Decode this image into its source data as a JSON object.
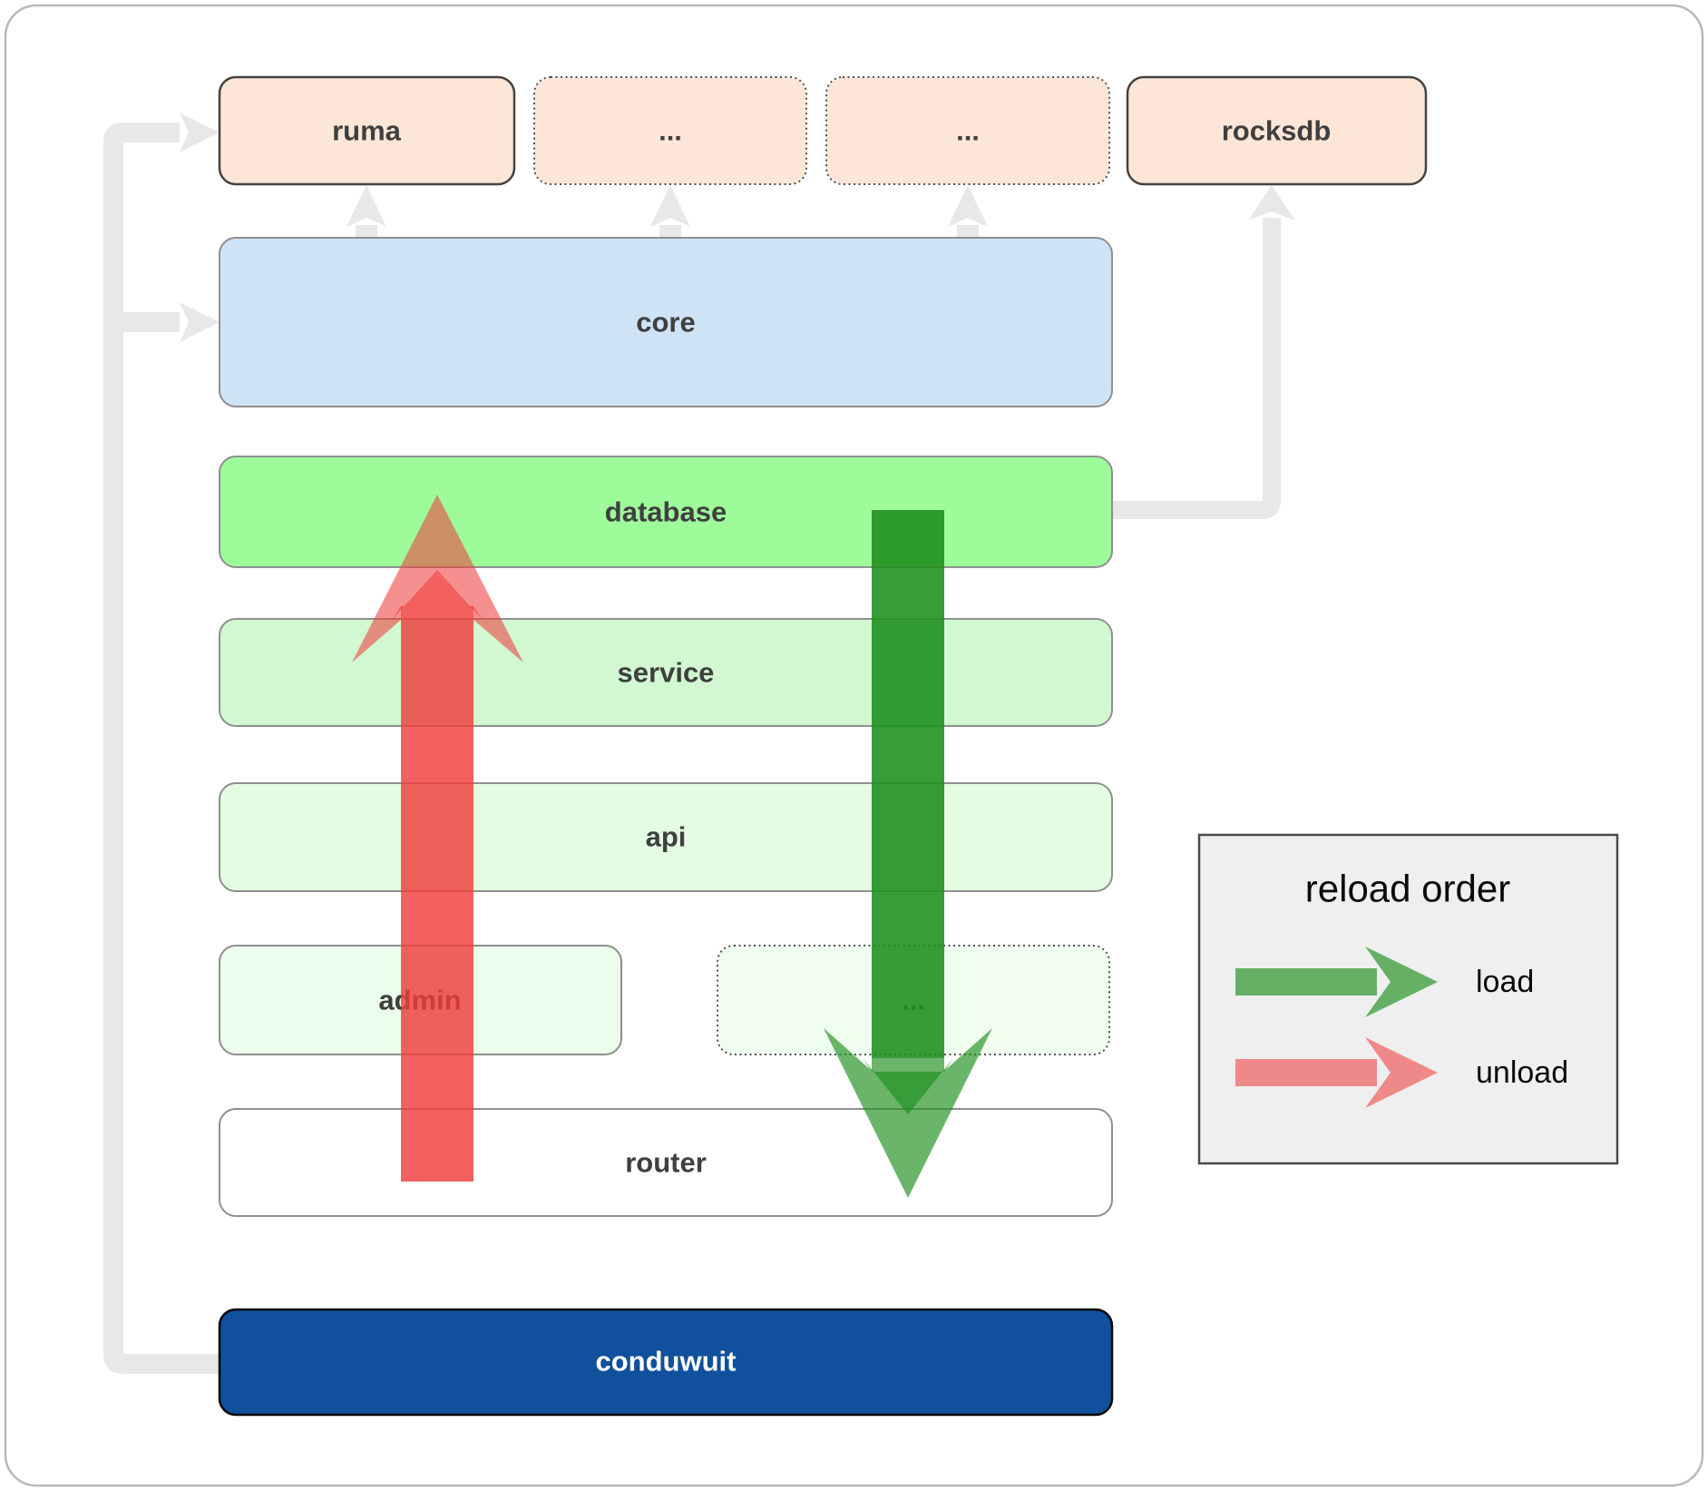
{
  "nodes": {
    "ruma": {
      "label": "ruma",
      "color": "#fce6d8"
    },
    "dots_top_1": {
      "label": "...",
      "color": "#fce6d8"
    },
    "dots_top_2": {
      "label": "...",
      "color": "#fce6d8"
    },
    "rocksdb": {
      "label": "rocksdb",
      "color": "#fce6d8"
    },
    "core": {
      "label": "core",
      "color": "#cfe3f6"
    },
    "database": {
      "label": "database",
      "color": "#9efb9a"
    },
    "service": {
      "label": "service",
      "color": "#d1f8d0"
    },
    "api": {
      "label": "api",
      "color": "#e3fce2"
    },
    "admin": {
      "label": "admin",
      "color": "#ebfdeb"
    },
    "dots_bottom": {
      "label": "...",
      "color": "#f0fef0"
    },
    "router": {
      "label": "router",
      "color": "#ffffff"
    },
    "conduwuit": {
      "label": "conduwuit",
      "color": "#10509c"
    }
  },
  "legend": {
    "title": "reload order",
    "items": [
      {
        "label": "load",
        "color": "#1f8f1f"
      },
      {
        "label": "unload",
        "color": "#f03c3c"
      }
    ]
  },
  "colors": {
    "load_arrow": "#1f8f1f",
    "unload_arrow": "#f03c3c",
    "connector_gray": "#e8e8e8",
    "brand_blue": "#10509c"
  }
}
